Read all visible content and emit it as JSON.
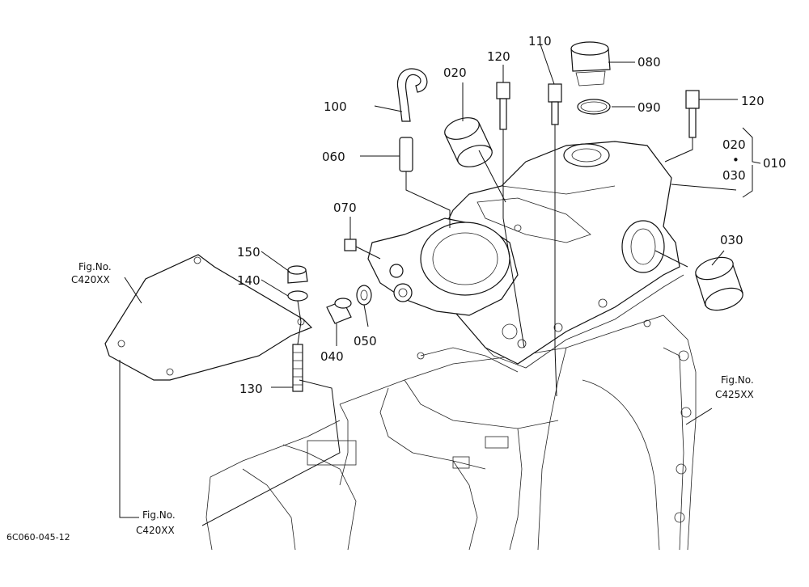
{
  "labels": {
    "p010": "010",
    "p020a": "020",
    "p020b": "020",
    "p030a": "030",
    "p030b": "030",
    "p040": "040",
    "p050": "050",
    "p060": "060",
    "p070": "070",
    "p080": "080",
    "p090": "090",
    "p100": "100",
    "p110": "110",
    "p120a": "120",
    "p120b": "120",
    "p130": "130",
    "p140": "140",
    "p150": "150"
  },
  "fig_refs": {
    "left_top": [
      "Fig.No.",
      "C420XX"
    ],
    "right": [
      "Fig.No.",
      "C425XX"
    ],
    "bottom": [
      "Fig.No.",
      "C420XX"
    ]
  },
  "drawing_code": "6C060-045-12",
  "dot": "•"
}
